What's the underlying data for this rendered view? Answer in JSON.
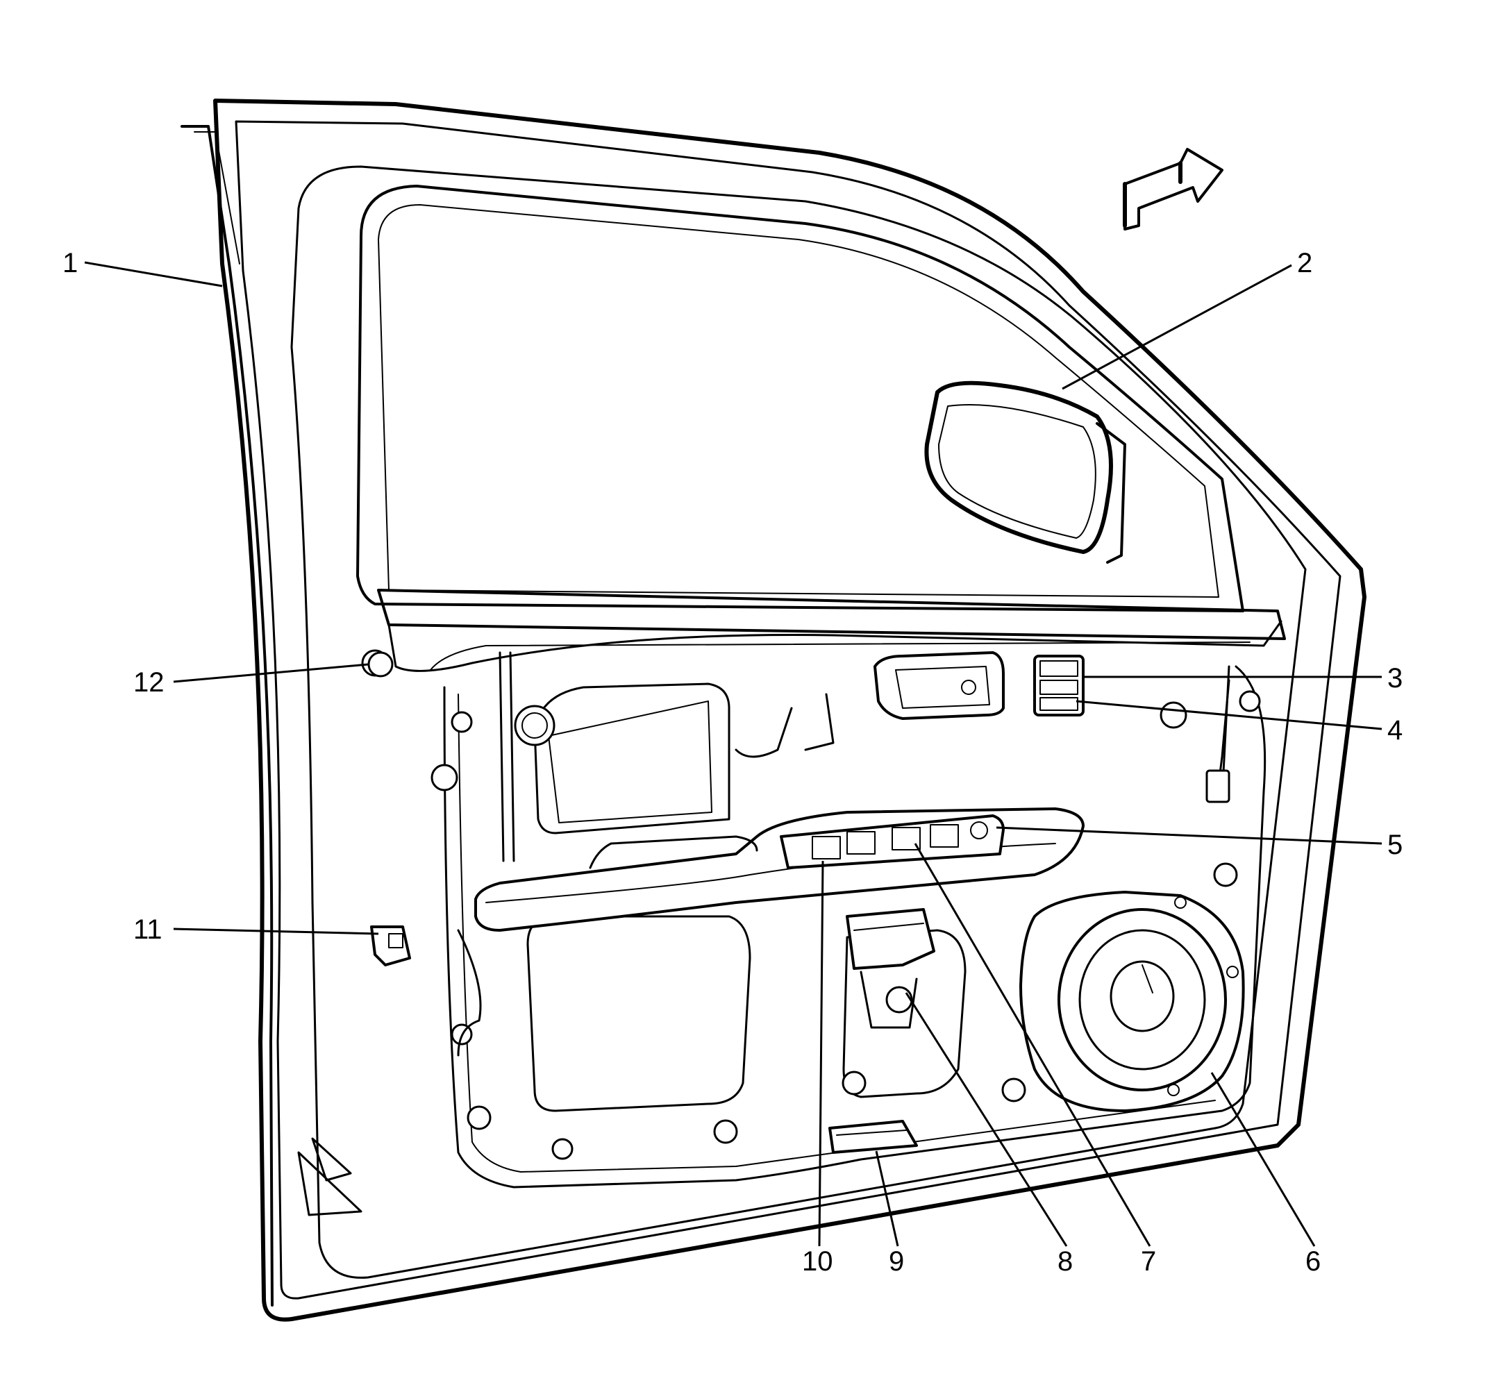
{
  "callouts": [
    {
      "id": "1",
      "text": "1"
    },
    {
      "id": "2",
      "text": "2"
    },
    {
      "id": "3",
      "text": "3"
    },
    {
      "id": "4",
      "text": "4"
    },
    {
      "id": "5",
      "text": "5"
    },
    {
      "id": "6",
      "text": "6"
    },
    {
      "id": "7",
      "text": "7"
    },
    {
      "id": "8",
      "text": "8"
    },
    {
      "id": "9",
      "text": "9"
    },
    {
      "id": "10",
      "text": "10"
    },
    {
      "id": "11",
      "text": "11"
    },
    {
      "id": "12",
      "text": "12"
    }
  ],
  "icons": {
    "direction_arrow": "forward-arrow-icon"
  }
}
